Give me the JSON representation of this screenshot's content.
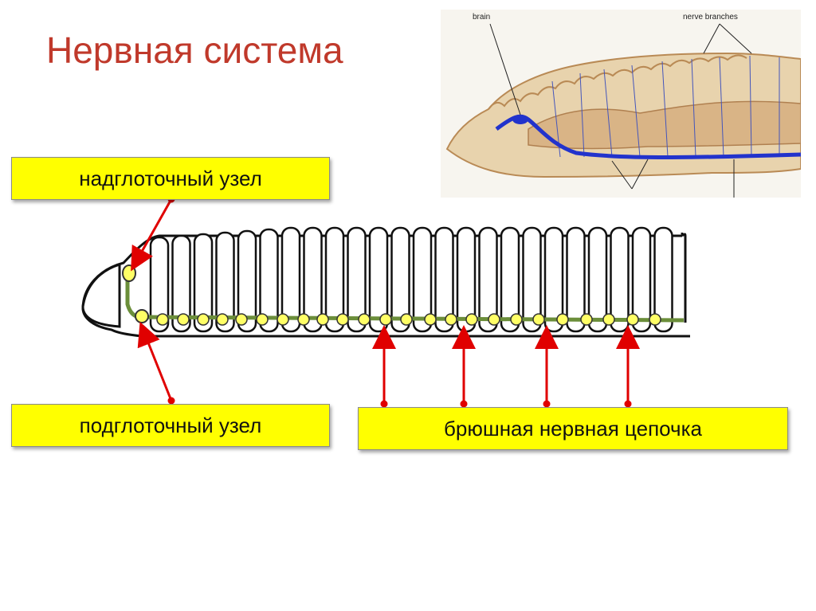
{
  "slide": {
    "title": "Нервная система"
  },
  "labels": {
    "supra": "надглоточный узел",
    "sub": "подглоточный узел",
    "chain": "брюшная нервная цепочка"
  },
  "photo": {
    "brain_label": "brain",
    "branches_label": "nerve branches"
  },
  "colors": {
    "title": "#c0392b",
    "box": "#ffff00",
    "arrow": "#e00000",
    "nerve": "#6b8e3a",
    "ganglion": "#ffff66",
    "photo_nerve": "#2233cc"
  }
}
